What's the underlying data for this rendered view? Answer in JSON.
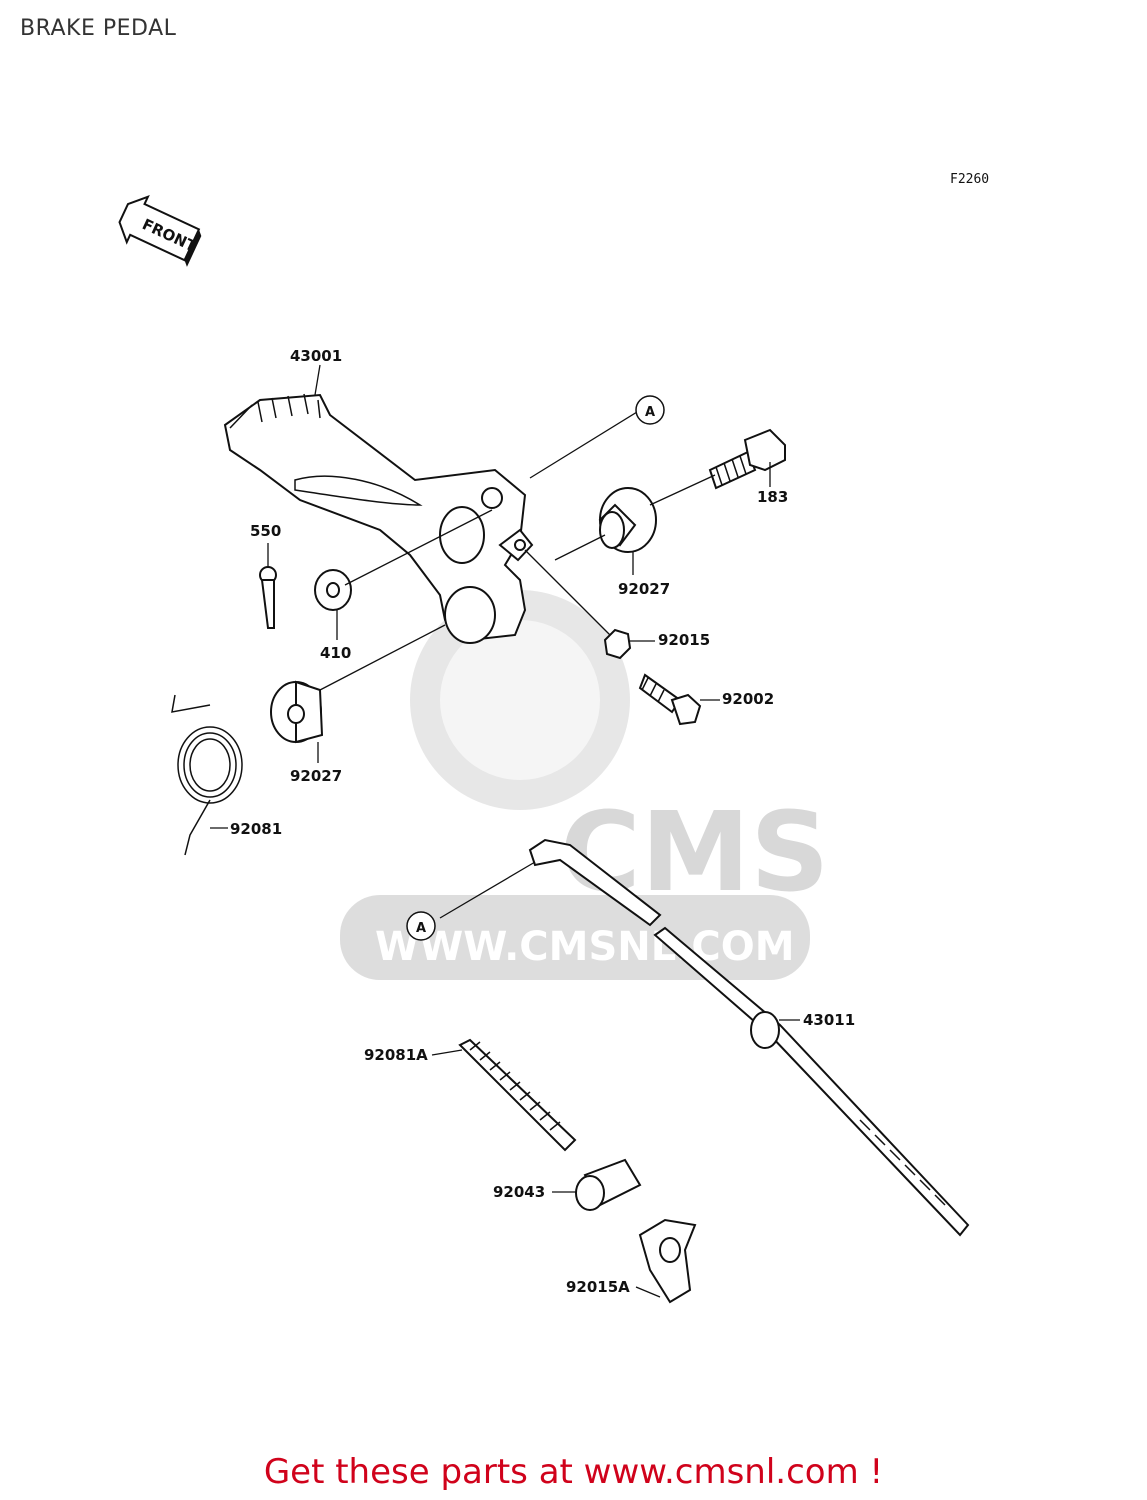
{
  "page": {
    "title": "BRAKE PEDAL",
    "diagram_code": "F2260",
    "call_to_action": "Get these parts at www.cmsnl.com !"
  },
  "direction_marker": {
    "text": "FRONT"
  },
  "watermark": {
    "brand": "CMS",
    "url": "WWW.CMSNL.COM"
  },
  "reference_marks": {
    "a_top": "A",
    "a_bottom": "A"
  },
  "parts": {
    "p43001": "43001",
    "p183": "183",
    "p550": "550",
    "p92027_right": "92027",
    "p92015": "92015",
    "p410": "410",
    "p92002": "92002",
    "p92027_left": "92027",
    "p92081": "92081",
    "p43011": "43011",
    "p92081A": "92081A",
    "p92043": "92043",
    "p92015A": "92015A"
  }
}
